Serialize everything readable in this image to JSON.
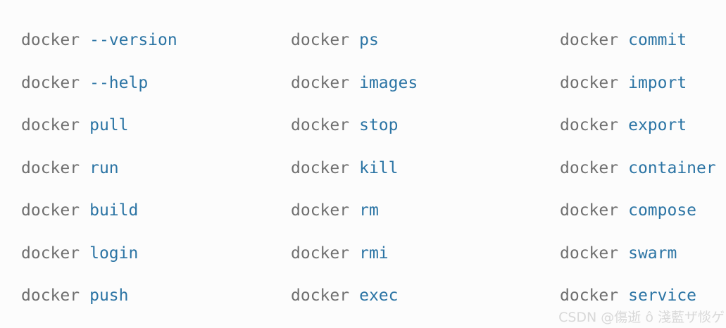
{
  "colors": {
    "background": "#fcfcfc",
    "prefix": "#6f6f6f",
    "command": "#2b74a4",
    "watermark": "#d8d8d8"
  },
  "commands": {
    "prefix": "docker",
    "columns": [
      [
        "--version",
        "--help",
        "pull",
        "run",
        "build",
        "login",
        "push"
      ],
      [
        "ps",
        "images",
        "stop",
        "kill",
        "rm",
        "rmi",
        "exec"
      ],
      [
        "commit",
        "import",
        "export",
        "container",
        "compose",
        "swarm",
        "service"
      ]
    ]
  },
  "watermark": {
    "text": "CSDN @傷逝 ô 淺藍ザ惔ゲ"
  }
}
